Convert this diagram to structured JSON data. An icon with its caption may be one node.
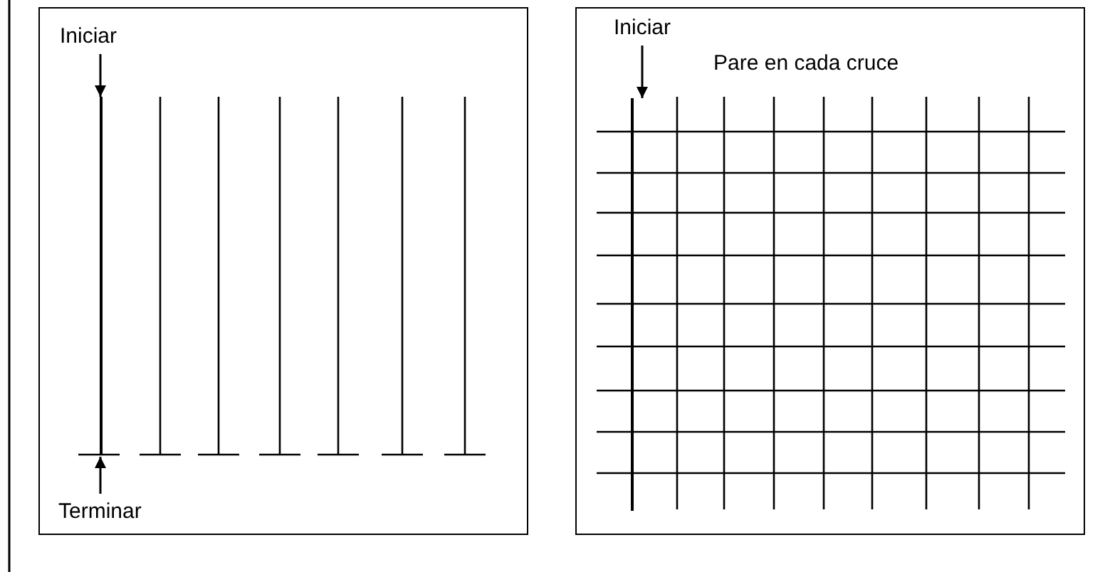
{
  "diagram": {
    "nodes": [
      {
        "text": [],
        "shape": "box"
      },
      {
        "text": [
          "Iniciar"
        ],
        "in": 0
      },
      {
        "text": [],
        "shape": "bar",
        "in": 0
      },
      {
        "text": [
          "Terminar"
        ],
        "in": 0
      },
      {
        "text": [],
        "shape": "box"
      },
      {
        "text": [
          "Iniciar"
        ],
        "in": 4
      },
      {
        "text": [],
        "shape": "bar",
        "in": 4
      }
    ],
    "edges": [
      {
        "from": 1,
        "to": 2,
        "arrow": "to"
      },
      {
        "from": 3,
        "to": 2,
        "arrow": "to"
      },
      {
        "from": 5,
        "to": 6,
        "arrow": "to"
      }
    ],
    "labels": [
      "Pare en cada cruce"
    ]
  }
}
